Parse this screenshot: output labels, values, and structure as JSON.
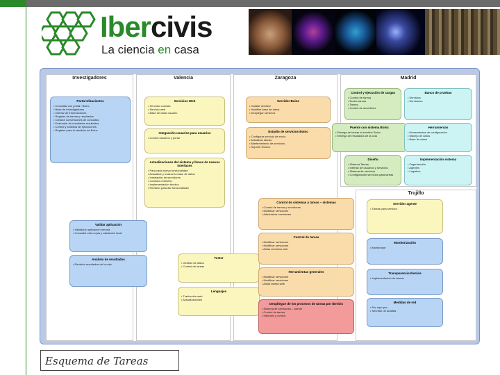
{
  "header": {
    "brand_iber": "Iber",
    "brand_civis": "civis",
    "tagline_start": "La ciencia ",
    "tagline_en": "en",
    "tagline_end": " casa"
  },
  "colors": {
    "green": "#2a8a2a",
    "panel": "#b9c9e8"
  },
  "columns": {
    "investigadores": "Investigadores",
    "valencia": "Valencia",
    "zaragoza": "Zaragoza",
    "madrid": "Madrid",
    "trujillo": "Trujillo"
  },
  "boxes": {
    "inv_portal": {
      "title": "Portal Iribucientes",
      "items": [
        "• Consultar con portal / Boinc",
        "• Base de investigadores",
        "• Interfaz de informaciones",
        "• Registro de tareas y resultados",
        "• Creador conversiones de consultas",
        "• Evaluador de resultados resultados",
        "• Control y solicitud de ejecuciones",
        "• Registro para el sandbox de Boinc"
      ]
    },
    "inv_valid": {
      "title": "Validar aplicación",
      "items": [
        "• Validación aplicación remota",
        "• Consultar esta copia y validación local"
      ]
    },
    "inv_analisis": {
      "title": "Análisis de resultados",
      "items": [
        "• Revisión resultados de la cola"
      ]
    },
    "val_servicios": {
      "title": "Servicios Web",
      "items": [
        "• Servidor cuentas",
        "• Servicio web",
        "• Base de datos usuario"
      ]
    },
    "val_integrar": {
      "title": "Integración usuarios para usuarios",
      "items": [
        "• Control usuarios y portal"
      ]
    },
    "val_actual": {
      "title": "Actualizaciones del sistema y llenos de nuevos interfaces",
      "items": [
        "• Para cada nueva funcionalidad",
        "• Actualizar y evaluar la base de datos",
        "• Instalación de servidores",
        "• Cambios rediseño",
        "• Implementación técnica",
        "• Revisión para dar funcionalidad"
      ]
    },
    "val_tester": {
      "title": "Tester",
      "items": [
        "• Gestión de datos",
        "• Control de tareas"
      ]
    },
    "val_lenguajes": {
      "title": "Lenguajes",
      "items": [
        "• Traducción web",
        "• Actualizaciones"
      ]
    },
    "zar_servidor": {
      "title": "Servidor Boinc",
      "items": [
        "• Instalar servidor",
        "• Habilitar base de datos",
        "• Desplegar servicios"
      ]
    },
    "zar_estudio": {
      "title": "Estudio de servicios Boinc",
      "items": [
        "• Configurar servicio de envío",
        "• Actualizar tareas",
        "• Mantenimiento de servicios",
        "• Soporte técnico"
      ]
    },
    "madrid_control": {
      "title": "Control y ejecución de cargas",
      "items": [
        "• Control de tareas",
        "• Enviar tareas",
        "• Tareas",
        "• Control de servidores"
      ]
    },
    "madrid_banco": {
      "title": "Banco de pruebas",
      "items": [
        "• Servicios",
        "• Servidores"
      ]
    },
    "madrid_puente": {
      "title": "Puente con sistema Boinc",
      "items": [
        "• Entrega de tareas al servidor Boinc",
        "• Entrega de resultados de la cola"
      ]
    },
    "madrid_diseno": {
      "title": "Diseño",
      "items": [
        "• Sistema Tareas",
        "• Interfaz de usuarios y servicios",
        "• Sistema de servicios",
        "• Configuración servicios para tareas"
      ]
    },
    "madrid_herram": {
      "title": "Herramientas",
      "items": [
        "• Herramientas de configuración",
        "• Manejo de datos",
        "• Base de datos"
      ]
    },
    "madrid_impl": {
      "title": "Implementación sistema",
      "items": [
        "• Organización",
        "• Agentes",
        "• Logística"
      ]
    },
    "zar_cola": {
      "title": "Control de sistemas y tareas – sistemas",
      "items": [
        "• Control de tareas y servidores",
        "• Modificar servidores",
        "• Administrar servidores"
      ]
    },
    "zar_control": {
      "title": "Control de tareas",
      "items": [
        "• Modificar servidores",
        "• Modificar servidores",
        "• Aislar servicios web"
      ]
    },
    "zar_herram": {
      "title": "Herramientas generales",
      "items": [
        "• Modificar servidores",
        "• Modificar servidores",
        "• Aislar tareas web"
      ]
    },
    "zar_despliegue": {
      "title": "Despliegue de los procesos de tareas por Iberivis",
      "items": [
        "• Sistema de servidores – cliente",
        "• Control de tareas",
        "• Informes y control"
      ]
    },
    "tru_servidor": {
      "title": "Servidor agente",
      "items": [
        "• Tareas para servidor"
      ]
    },
    "tru_monitor": {
      "title": "Monitorización",
      "items": [
        "• Monitorizar"
      ]
    },
    "tru_transp": {
      "title": "Transparencia Iberivis",
      "items": [
        "• Implementación de tareas"
      ]
    },
    "tru_medidas": {
      "title": "Medidas de red",
      "items": [
        "• Por aquí por...",
        "• Servidor de análisis"
      ]
    }
  },
  "caption": "Esquema de Tareas"
}
